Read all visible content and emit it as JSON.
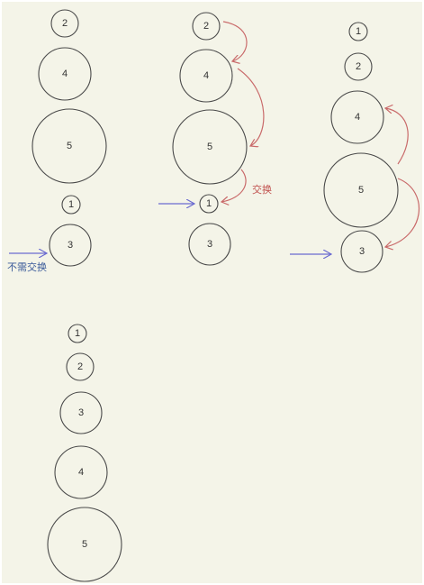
{
  "columns": [
    {
      "id": "stage-1",
      "discs": [
        "2",
        "4",
        "5",
        "1",
        "3"
      ]
    },
    {
      "id": "stage-2",
      "discs": [
        "2",
        "4",
        "5",
        "1",
        "3"
      ]
    },
    {
      "id": "stage-3",
      "discs": [
        "1",
        "2",
        "4",
        "5",
        "3"
      ]
    },
    {
      "id": "stage-4",
      "discs": [
        "1",
        "2",
        "3",
        "4",
        "5"
      ]
    }
  ],
  "labels": {
    "no_swap": "不需交换",
    "swap": "交换"
  },
  "colors": {
    "background": "#f4f4e8",
    "disc_stroke": "#4a4a4a",
    "pointer_arrow": "#6a6ad0",
    "swap_arrow": "#c96a6a",
    "no_swap_text": "#3b5b9a",
    "swap_text": "#c0504d"
  }
}
